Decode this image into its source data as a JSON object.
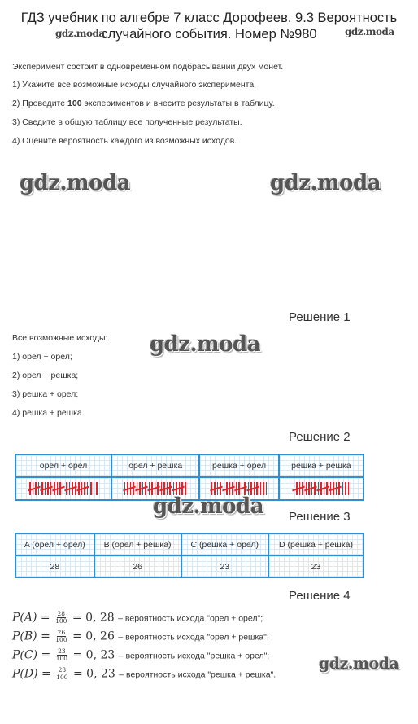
{
  "header": {
    "title_line1": "ГДЗ учебник по алгебре 7 класс Дорофеев. 9.3 Вероятность",
    "title_line2": "случайного события. Номер №980"
  },
  "watermark": "gdz.moda",
  "task": {
    "intro": "Эксперимент состоит в одновременном подбрасывании двух монет.",
    "items": [
      {
        "num": "1)",
        "text": "Укажите все возможные исходы случайного эксперимента."
      },
      {
        "num": "2)",
        "text": "Проведите",
        "bold": "100",
        "rest": "экспериментов и внесите результаты в таблицу."
      },
      {
        "num": "3)",
        "text": "Сведите в общую таблицу все полученные результаты."
      },
      {
        "num": "4)",
        "text": "Оцените вероятность каждого из возможных исходов."
      }
    ]
  },
  "solution1": {
    "title": "Решение 1",
    "intro": "Все возможные исходы:",
    "items": [
      {
        "num": "1)",
        "text": "орел + орел;"
      },
      {
        "num": "2)",
        "text": "орел + решка;"
      },
      {
        "num": "3)",
        "text": "решка + орел;"
      },
      {
        "num": "4)",
        "text": "решка + решка."
      }
    ]
  },
  "solution2": {
    "title": "Решение 2",
    "headers": [
      "орел + орел",
      "орел + решка",
      "решка + орел",
      "решка + решка"
    ],
    "tallies": [
      28,
      26,
      23,
      23
    ]
  },
  "solution3": {
    "title": "Решение 3",
    "headers": [
      "A (орел + орел)",
      "B (орел + решка)",
      "C (решка + орел)",
      "D (решка + решка)"
    ],
    "values": [
      "28",
      "26",
      "23",
      "23"
    ]
  },
  "solution4": {
    "title": "Решение 4",
    "rows": [
      {
        "lhs": "P(A)",
        "num": "28",
        "den": "100",
        "val": "= 0, 28",
        "desc": "– вероятность исхода \"орел + орел\";"
      },
      {
        "lhs": "P(B)",
        "num": "26",
        "den": "100",
        "val": "= 0, 26",
        "desc": "– вероятность исхода \"орел + решка\";"
      },
      {
        "lhs": "P(C)",
        "num": "23",
        "den": "100",
        "val": "= 0, 23",
        "desc": "– вероятность исхода \"решка + орел\";"
      },
      {
        "lhs": "P(D)",
        "num": "23",
        "den": "100",
        "val": "= 0, 23",
        "desc": "– вероятность исхода \"решка + решка\"."
      }
    ]
  }
}
